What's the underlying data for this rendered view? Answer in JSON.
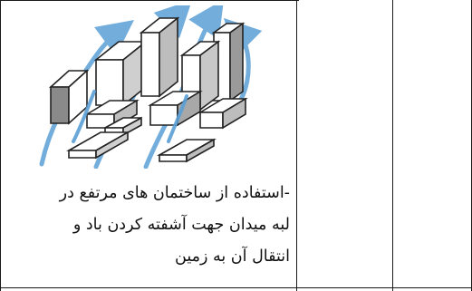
{
  "document": {
    "caption_lines": [
      "-استفاده از ساختمان های مرتفع در",
      "لبه میدان جهت آشفته کردن باد و",
      "انتقال آن به زمین"
    ]
  },
  "colors": {
    "border": "#1a1a1a",
    "arrow": "#5b9fd6",
    "building_stroke": "#222222",
    "building_shade": "#8a8a8a"
  },
  "illustration": {
    "icon": "buildings-wind-flow-illustration"
  }
}
